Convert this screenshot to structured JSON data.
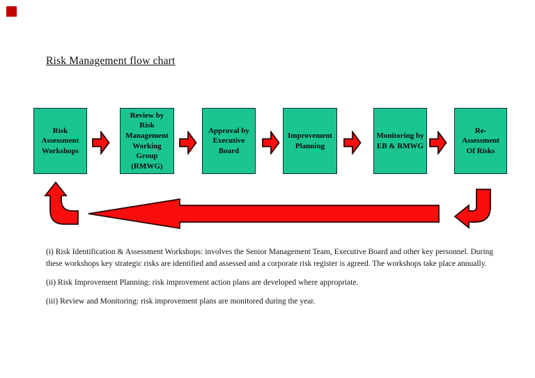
{
  "page": {
    "title": "Risk Management flow chart"
  },
  "colors": {
    "box_fill": "#1BC592",
    "box_border": "#0D2B33",
    "arrow_fill": "#FA0D0D",
    "arrow_outline": "#250000",
    "marker_red": "#C40000"
  },
  "flowchart": {
    "boxes": [
      {
        "label": "Risk\nAssessment\nWorkshops"
      },
      {
        "label": "Review by Risk\nManagement\nWorking Group\n(RMWG)"
      },
      {
        "label": "Approval by\nExecutive\nBoard"
      },
      {
        "label": "Improvement\nPlanning"
      },
      {
        "label": "Monitoring by\nEB & RMWG"
      },
      {
        "label": "Re-Assessment\nOf Risks"
      }
    ]
  },
  "notes": {
    "items": [
      {
        "text": "(i) Risk Identification & Assessment Workshops: involves the Senior Management Team, Executive Board and other key personnel. During these workshops key strategic risks are identified and assessed and a corporate risk register is agreed. The workshops take place annually."
      },
      {
        "text": "(ii) Risk Improvement Planning: risk improvement action plans are developed where appropriate."
      },
      {
        "text": "(iii) Review and Monitoring: risk improvement plans are monitored during the year."
      }
    ]
  }
}
